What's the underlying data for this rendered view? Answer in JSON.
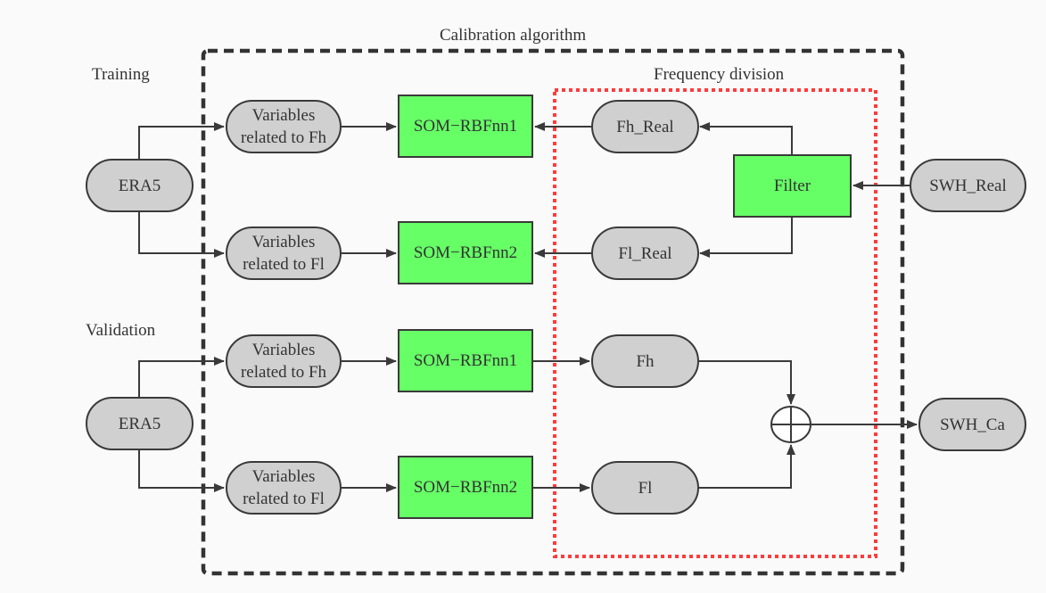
{
  "labels": {
    "calibration": "Calibration algorithm",
    "frequency_division": "Frequency division",
    "training": "Training",
    "validation": "Validation"
  },
  "training": {
    "era5": "ERA5",
    "var_fh": [
      "Variables",
      "related to Fh"
    ],
    "var_fl": [
      "Variables",
      "related to Fl"
    ],
    "som1": "SOM−RBFnn1",
    "som2": "SOM−RBFnn2",
    "fh_real": "Fh_Real",
    "fl_real": "Fl_Real",
    "filter": "Filter",
    "swh_real": "SWH_Real"
  },
  "validation": {
    "era5": "ERA5",
    "var_fh": [
      "Variables",
      "related to Fh"
    ],
    "var_fl": [
      "Variables",
      "related to Fl"
    ],
    "som1": "SOM−RBFnn1",
    "som2": "SOM−RBFnn2",
    "fh": "Fh",
    "fl": "Fl",
    "sum": "sum-junction",
    "swh_ca": "SWH_Ca"
  },
  "colors": {
    "node_fill": "#d0d0d0",
    "process_fill": "#66ff66",
    "stroke": "#3a3a3a",
    "calibration_border": "#333333",
    "frequency_border": "#ff3b3b",
    "background": "#fafafa"
  }
}
